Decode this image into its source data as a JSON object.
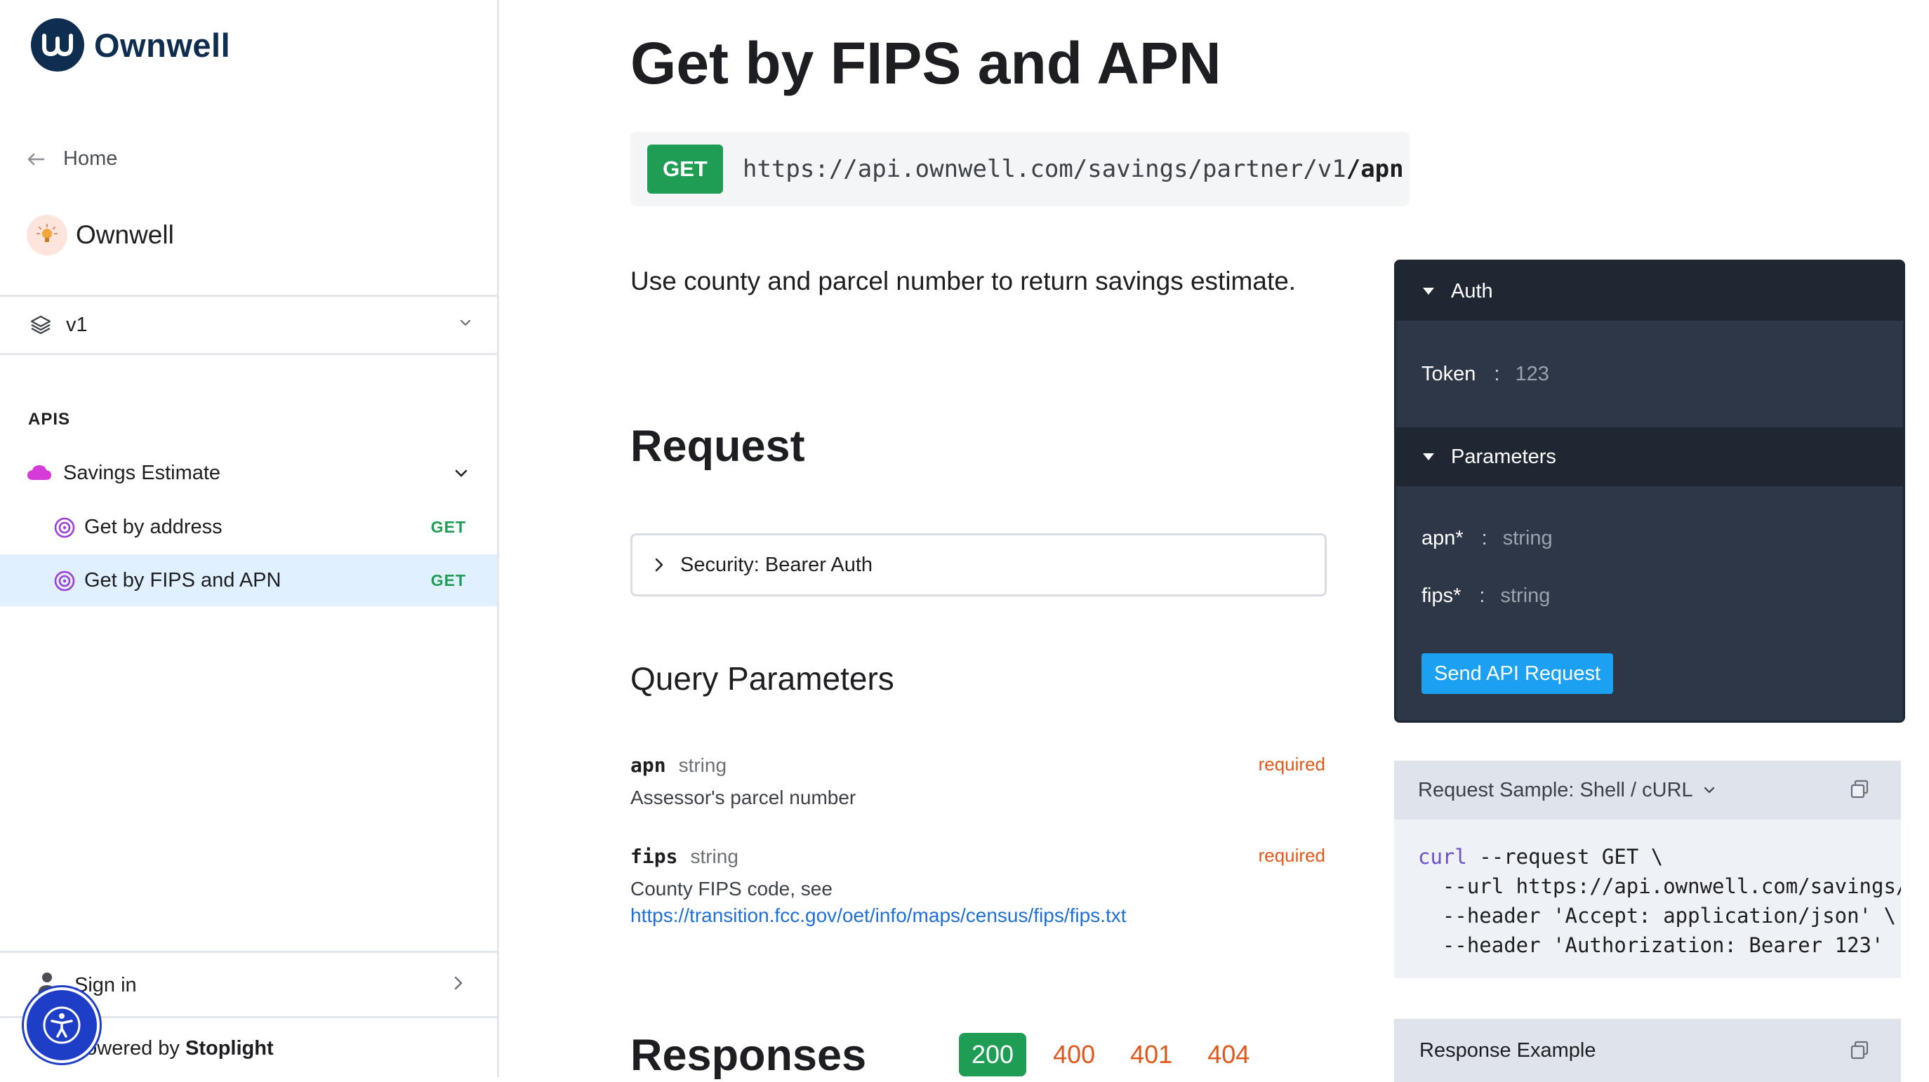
{
  "brand": {
    "name": "Ownwell"
  },
  "sidebar": {
    "home_label": "Home",
    "project_name": "Ownwell",
    "version": "v1",
    "section_title": "APIS",
    "group": {
      "label": "Savings Estimate"
    },
    "items": [
      {
        "label": "Get by address",
        "method": "GET",
        "active": false
      },
      {
        "label": "Get by FIPS and APN",
        "method": "GET",
        "active": true
      }
    ],
    "sign_in": "Sign in",
    "powered_prefix": "powered by ",
    "powered_brand": "Stoplight"
  },
  "main": {
    "title": "Get by FIPS and APN",
    "method": "GET",
    "url_base": "https://api.ownwell.com/savings/partner/v1",
    "url_path": "/apn",
    "description": "Use county and parcel number to return savings estimate.",
    "request_heading": "Request",
    "security_label": "Security: Bearer Auth",
    "query_heading": "Query Parameters",
    "params": [
      {
        "name": "apn",
        "type": "string",
        "required": "required",
        "description": "Assessor's parcel number",
        "link": ""
      },
      {
        "name": "fips",
        "type": "string",
        "required": "required",
        "description": "County FIPS code, see",
        "link": "https://transition.fcc.gov/oet/info/maps/census/fips/fips.txt"
      }
    ],
    "responses_heading": "Responses",
    "response_codes": [
      "200",
      "400",
      "401",
      "404"
    ]
  },
  "try_panel": {
    "auth_header": "Auth",
    "token_label": "Token",
    "token_value": "123",
    "params_header": "Parameters",
    "params": [
      {
        "name": "apn*",
        "value": "string"
      },
      {
        "name": "fips*",
        "value": "string"
      }
    ],
    "send_label": "Send API Request"
  },
  "request_sample": {
    "title": "Request Sample: Shell / cURL",
    "code_lines": [
      "curl --request GET \\",
      "  --url https://api.ownwell.com/savings/p",
      "  --header 'Accept: application/json' \\",
      "  --header 'Authorization: Bearer 123'"
    ]
  },
  "response_example": {
    "title": "Response Example"
  },
  "colors": {
    "accent_green": "#1f9d55",
    "error_orange": "#e0571a",
    "link_blue": "#1e6fd9",
    "panel_dark": "#2d3748"
  }
}
